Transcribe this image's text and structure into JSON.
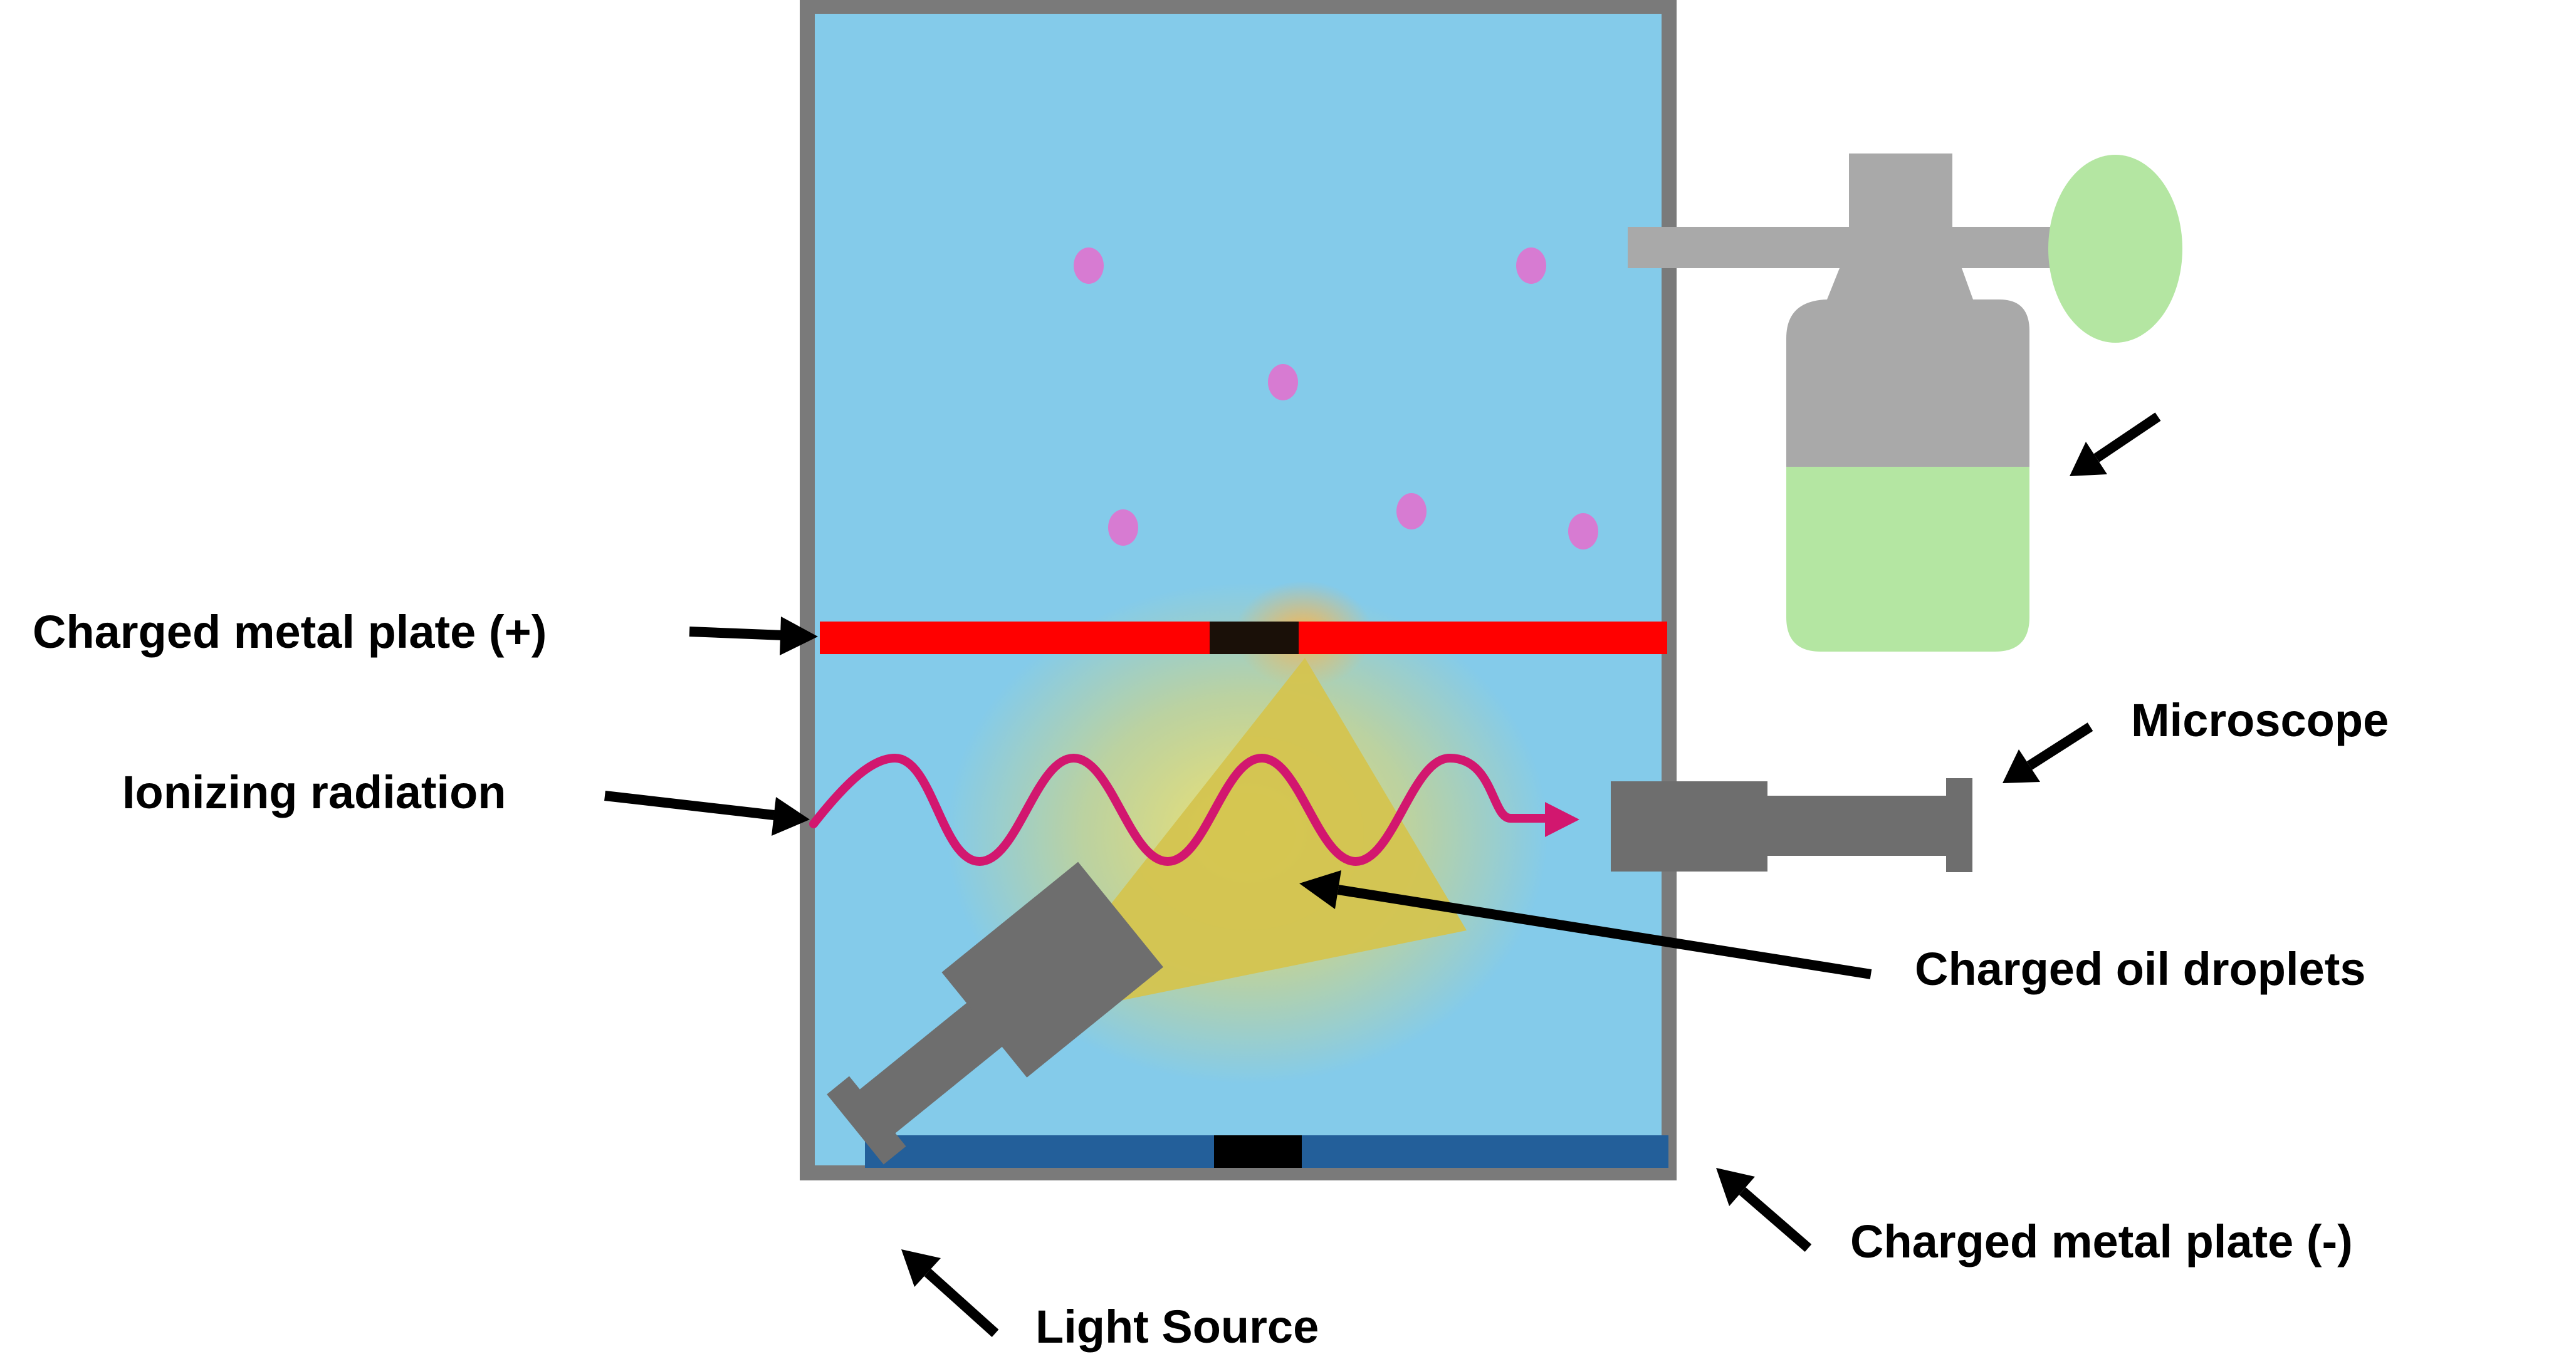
{
  "labels": {
    "positive_plate": "Charged metal plate (+)",
    "ionizing_radiation": "Ionizing radiation",
    "microscope": "Microscope",
    "charged_oil_droplets": "Charged oil droplets",
    "negative_plate": "Charged metal plate (-)",
    "light_source": "Light Source"
  },
  "colors": {
    "chamber_fill": "#84CBEA",
    "chamber_border": "#7A7A7A",
    "positive_plate": "#FF0000",
    "negative_plate": "#235F9A",
    "plate_hole": "#000000",
    "droplet": "#D77BD2",
    "radiation_wave": "#D2176F",
    "light_cone": "#D4C44F",
    "light_glow": "#F2E36A",
    "equipment_gray": "#6E6E6E",
    "atomizer_gray": "#A9A9A9",
    "oil_green": "#B4E6A2",
    "arrow": "#000000"
  },
  "icons": {
    "atomizer": "oil-atomizer-icon",
    "microscope": "microscope-icon",
    "light_source": "flashlight-icon"
  }
}
